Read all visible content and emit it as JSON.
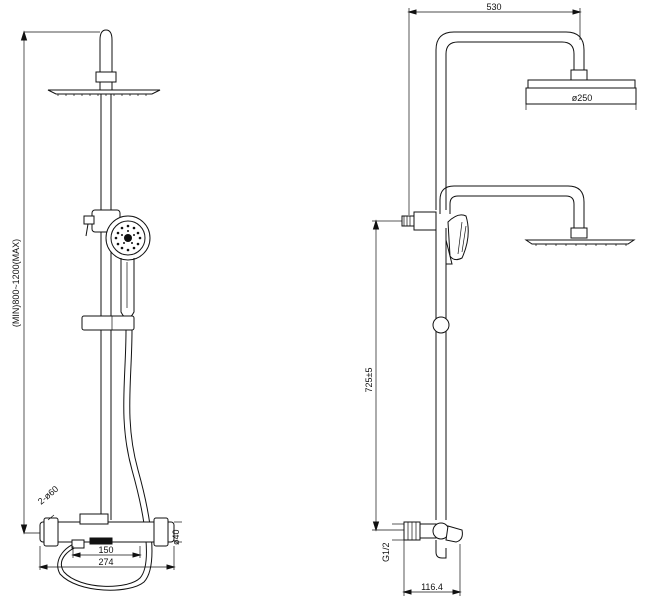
{
  "labels": {
    "height_range": "(MIN)800~1200(MAX)",
    "spacing": "2-ø60",
    "inlet_spacing": "150",
    "overall_width": "274",
    "body_diameter": "ø40",
    "arm_length": "530",
    "head_diameter": "ø250",
    "rail_height": "725±5",
    "thread": "G1/2",
    "spout_offset": "116.4"
  },
  "colors": {
    "ink": "#111111",
    "paper": "#ffffff"
  }
}
